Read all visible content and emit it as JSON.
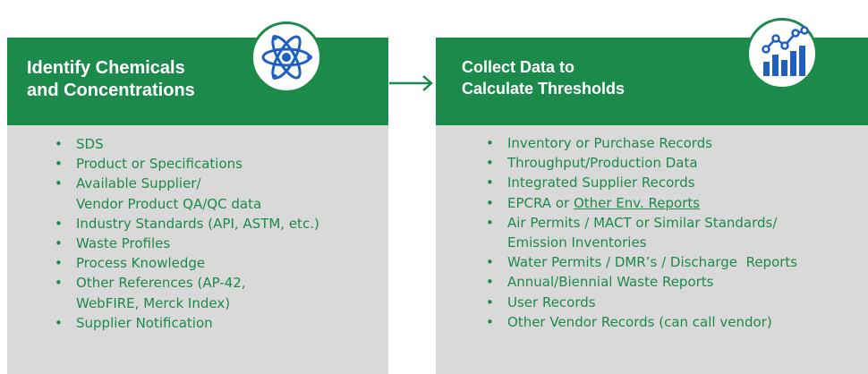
{
  "left_panel": {
    "title_lines": [
      "Identify Chemicals",
      "and Concentrations"
    ],
    "icon": "atom-icon",
    "items": [
      [
        "SDS"
      ],
      [
        "Product or Specifications"
      ],
      [
        "Available Supplier/",
        "Vendor Product QA/QC data"
      ],
      [
        "Industry Standards (API, ASTM, etc.)"
      ],
      [
        "Waste Profiles"
      ],
      [
        "Process Knowledge"
      ],
      [
        "Other References (AP-42,",
        "WebFIRE, Merck Index)"
      ],
      [
        "Supplier Notification"
      ]
    ]
  },
  "right_panel": {
    "title_lines": [
      "Collect Data to",
      "Calculate Thresholds"
    ],
    "icon": "bar-line-chart-icon",
    "items": [
      [
        "Inventory or Purchase Records"
      ],
      [
        "Throughput/Production Data"
      ],
      [
        "Integrated Supplier Records"
      ],
      [
        "EPCRA or ",
        "Other Env. Reports"
      ],
      [
        "Air Permits / MACT or Similar Standards/",
        "Emission Inventories"
      ],
      [
        "Water Permits / DMR’s / Discharge  Reports"
      ],
      [
        "Annual/Biennial Waste Reports"
      ],
      [
        "User Records"
      ],
      [
        "Other Vendor Records (can call vendor)"
      ]
    ]
  },
  "colors": {
    "green": "#1c8a4b",
    "panel_gray": "#d9d9d9",
    "icon_blue": "#1f5fbf",
    "white": "#ffffff"
  }
}
